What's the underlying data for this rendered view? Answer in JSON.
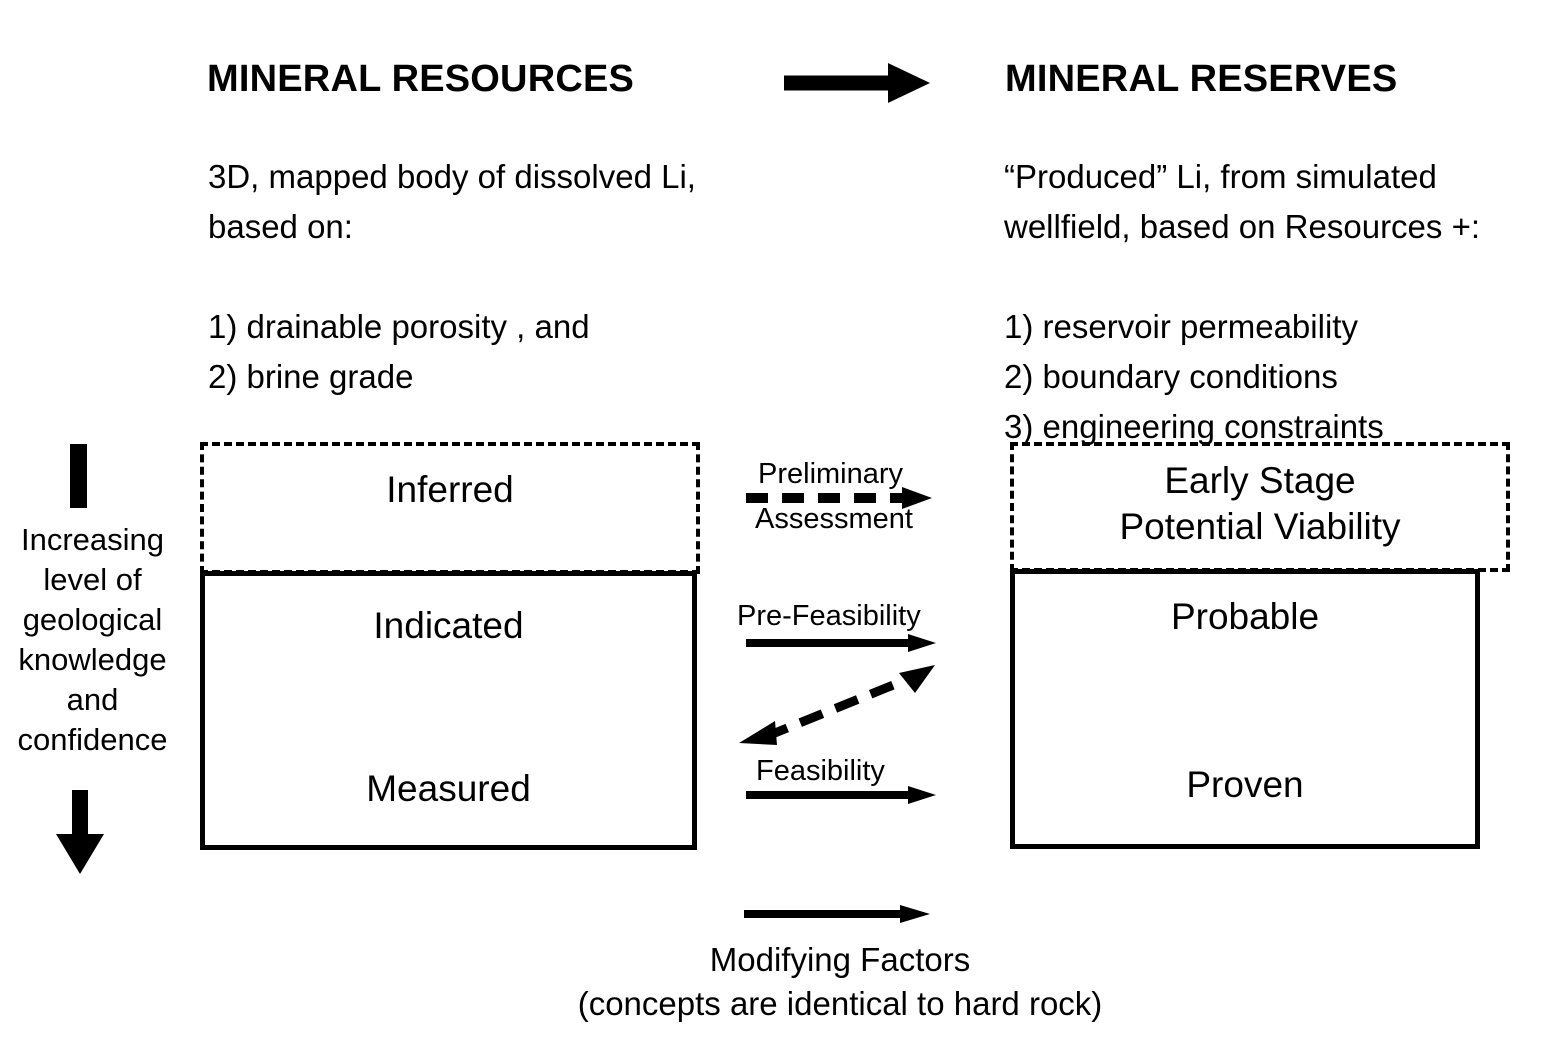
{
  "headers": {
    "left": "MINERAL RESOURCES",
    "right": "MINERAL RESERVES"
  },
  "left_column": {
    "intro": "3D, mapped body of dissolved Li,\nbased on:",
    "items": "1) drainable porosity , and\n2) brine grade"
  },
  "right_column": {
    "intro": "“Produced” Li, from simulated\nwellfield, based on Resources +:",
    "items": "1) reservoir permeability\n2) boundary conditions\n3) engineering constraints"
  },
  "sidebar": {
    "label": "Increasing\nlevel of\ngeological\nknowledge\nand\nconfidence"
  },
  "resources_boxes": {
    "inferred": "Inferred",
    "indicated": "Indicated",
    "measured": "Measured"
  },
  "reserves_boxes": {
    "early_stage": "Early Stage\nPotential Viability",
    "probable": "Probable",
    "proven": "Proven"
  },
  "transitions": {
    "preliminary_line1": "Preliminary",
    "preliminary_line2": "Assessment",
    "pre_feasibility": "Pre-Feasibility",
    "feasibility": "Feasibility"
  },
  "footer": {
    "caption": "Modifying Factors\n(concepts are identical to hard rock)"
  },
  "colors": {
    "ink": "#000000",
    "background": "#ffffff"
  }
}
